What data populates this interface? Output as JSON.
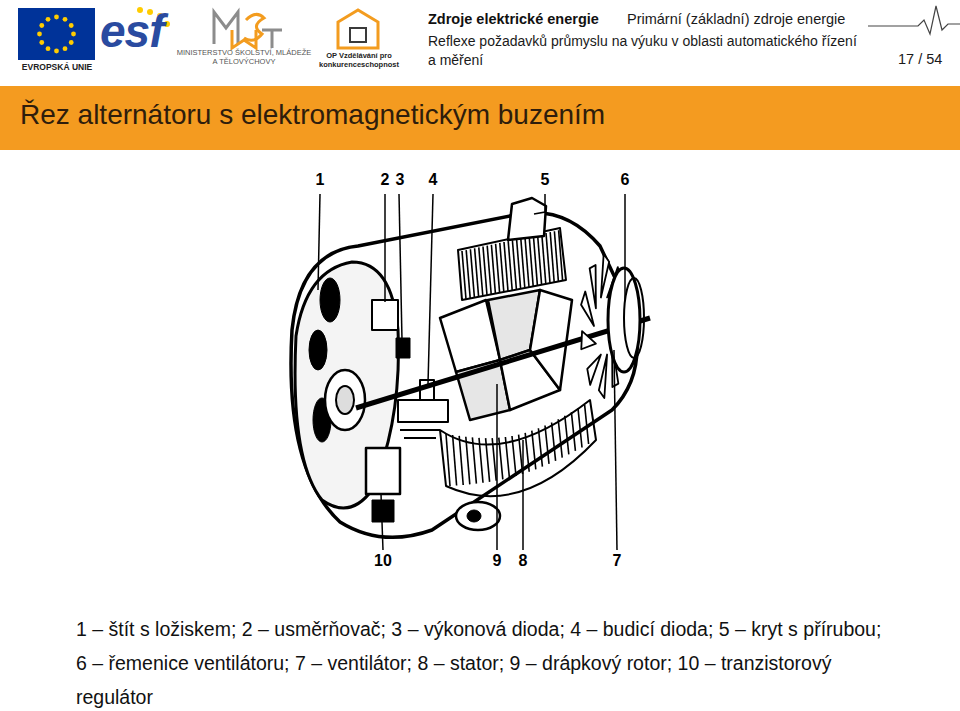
{
  "diagram": {
    "title": "Řez alternátoru s elektromagnetickým buzením",
    "caption": "1 – štít s ložiskem; 2 – usměrňovač; 3 – výkonová dioda; 4 – budicí dioda; 5 – kryt s přírubou; 6 – řemenice ventilátoru; 7 – ventilátor; 8 – stator; 9 – drápkový rotor; 10 – tranzistorový regulátor",
    "labels": [
      "Zdroje elektrické energie",
      "Primární (základní) zdroje energie",
      "Reflexe požadavků průmyslu na výuku v oblasti automatického řízení a měření",
      "17 / 54",
      "EVROPSKÁ UNIE",
      "esf",
      "MINISTERSTVO ŠKOLSTVÍ, MLÁDEŽE A TĚLOVÝCHOVY",
      "OP Vzdělávání pro konkurenceschopnost",
      "1",
      "2",
      "3",
      "4",
      "5",
      "6",
      "10",
      "9",
      "8",
      "7"
    ]
  }
}
